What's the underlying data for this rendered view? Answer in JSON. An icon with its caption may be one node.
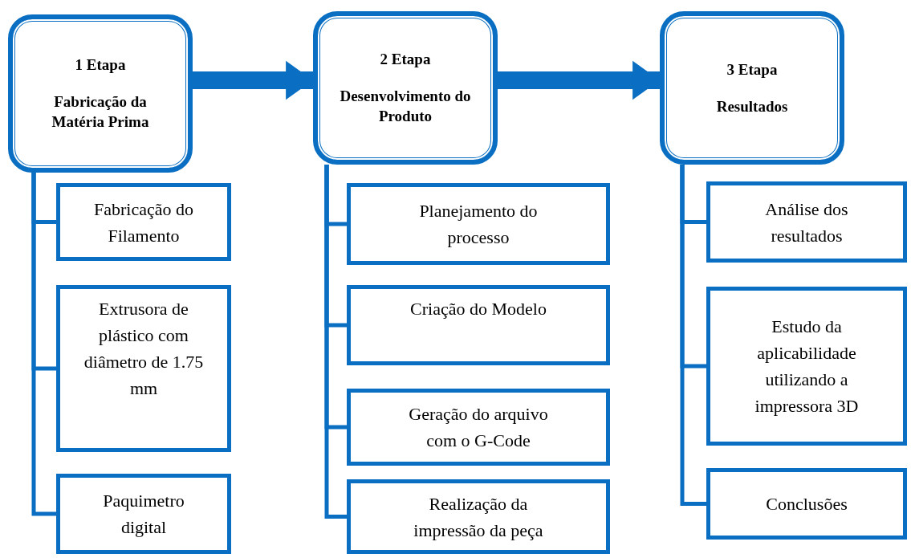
{
  "diagram": {
    "nodes": [
      {
        "text": [
          "1 Etapa",
          "Fabricação da Matéria Prima"
        ]
      },
      {
        "text": [
          "Fabricação do Filamento"
        ]
      },
      {
        "text": [
          "Extrusora de plástico com diâmetro de 1.75 mm"
        ]
      },
      {
        "text": [
          "Paquimetro digital"
        ]
      },
      {
        "text": [
          "2 Etapa",
          "Desenvolvimento do Produto"
        ]
      },
      {
        "text": [
          "Planejamento do processo"
        ]
      },
      {
        "text": [
          "Criação do Modelo"
        ]
      },
      {
        "text": [
          "Geração do arquivo com o G-Code"
        ]
      },
      {
        "text": [
          "Realização da impressão da peça"
        ]
      },
      {
        "text": [
          "3 Etapa",
          "Resultados"
        ]
      },
      {
        "text": [
          "Análise dos resultados"
        ]
      },
      {
        "text": [
          "Estudo da aplicabilidade utilizando a impressora 3D"
        ]
      },
      {
        "text": [
          "Conclusões"
        ]
      }
    ],
    "edges": [
      {
        "from": 0,
        "to": 4,
        "arrow": "to",
        "style": "thick"
      },
      {
        "from": 4,
        "to": 9,
        "arrow": "to",
        "style": "thick"
      },
      {
        "from": 0,
        "to": 1,
        "arrow": "none"
      },
      {
        "from": 0,
        "to": 2,
        "arrow": "none"
      },
      {
        "from": 0,
        "to": 3,
        "arrow": "none"
      },
      {
        "from": 4,
        "to": 5,
        "arrow": "none"
      },
      {
        "from": 4,
        "to": 6,
        "arrow": "none"
      },
      {
        "from": 4,
        "to": 7,
        "arrow": "none"
      },
      {
        "from": 4,
        "to": 8,
        "arrow": "none"
      },
      {
        "from": 9,
        "to": 10,
        "arrow": "none"
      },
      {
        "from": 9,
        "to": 11,
        "arrow": "none"
      },
      {
        "from": 9,
        "to": 12,
        "arrow": "none"
      }
    ]
  }
}
